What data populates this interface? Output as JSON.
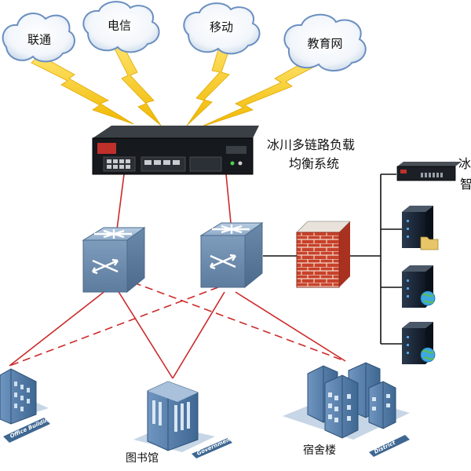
{
  "isps": [
    {
      "id": "unicom",
      "label": "联通"
    },
    {
      "id": "telecom",
      "label": "电信"
    },
    {
      "id": "mobile",
      "label": "移动"
    },
    {
      "id": "edu",
      "label": "教育网"
    }
  ],
  "load_balancer": {
    "label_line1": "冰川多链路负载",
    "label_line2": "均衡系统"
  },
  "right_device": {
    "label_line1": "冰川",
    "label_line2": "智"
  },
  "buildings": [
    {
      "id": "office",
      "label": "",
      "tag": "Office Building"
    },
    {
      "id": "library",
      "label": "图书馆",
      "tag": "Government"
    },
    {
      "id": "dorm",
      "label": "宿舍楼",
      "tag": "District"
    }
  ],
  "colors": {
    "link_line": "#cc2a2a",
    "server_line": "#111111",
    "lightning": "#f5c518",
    "cloud_stroke": "#6a8fc0",
    "switch": "#7f9cbc",
    "firewall": "#c8412a"
  }
}
